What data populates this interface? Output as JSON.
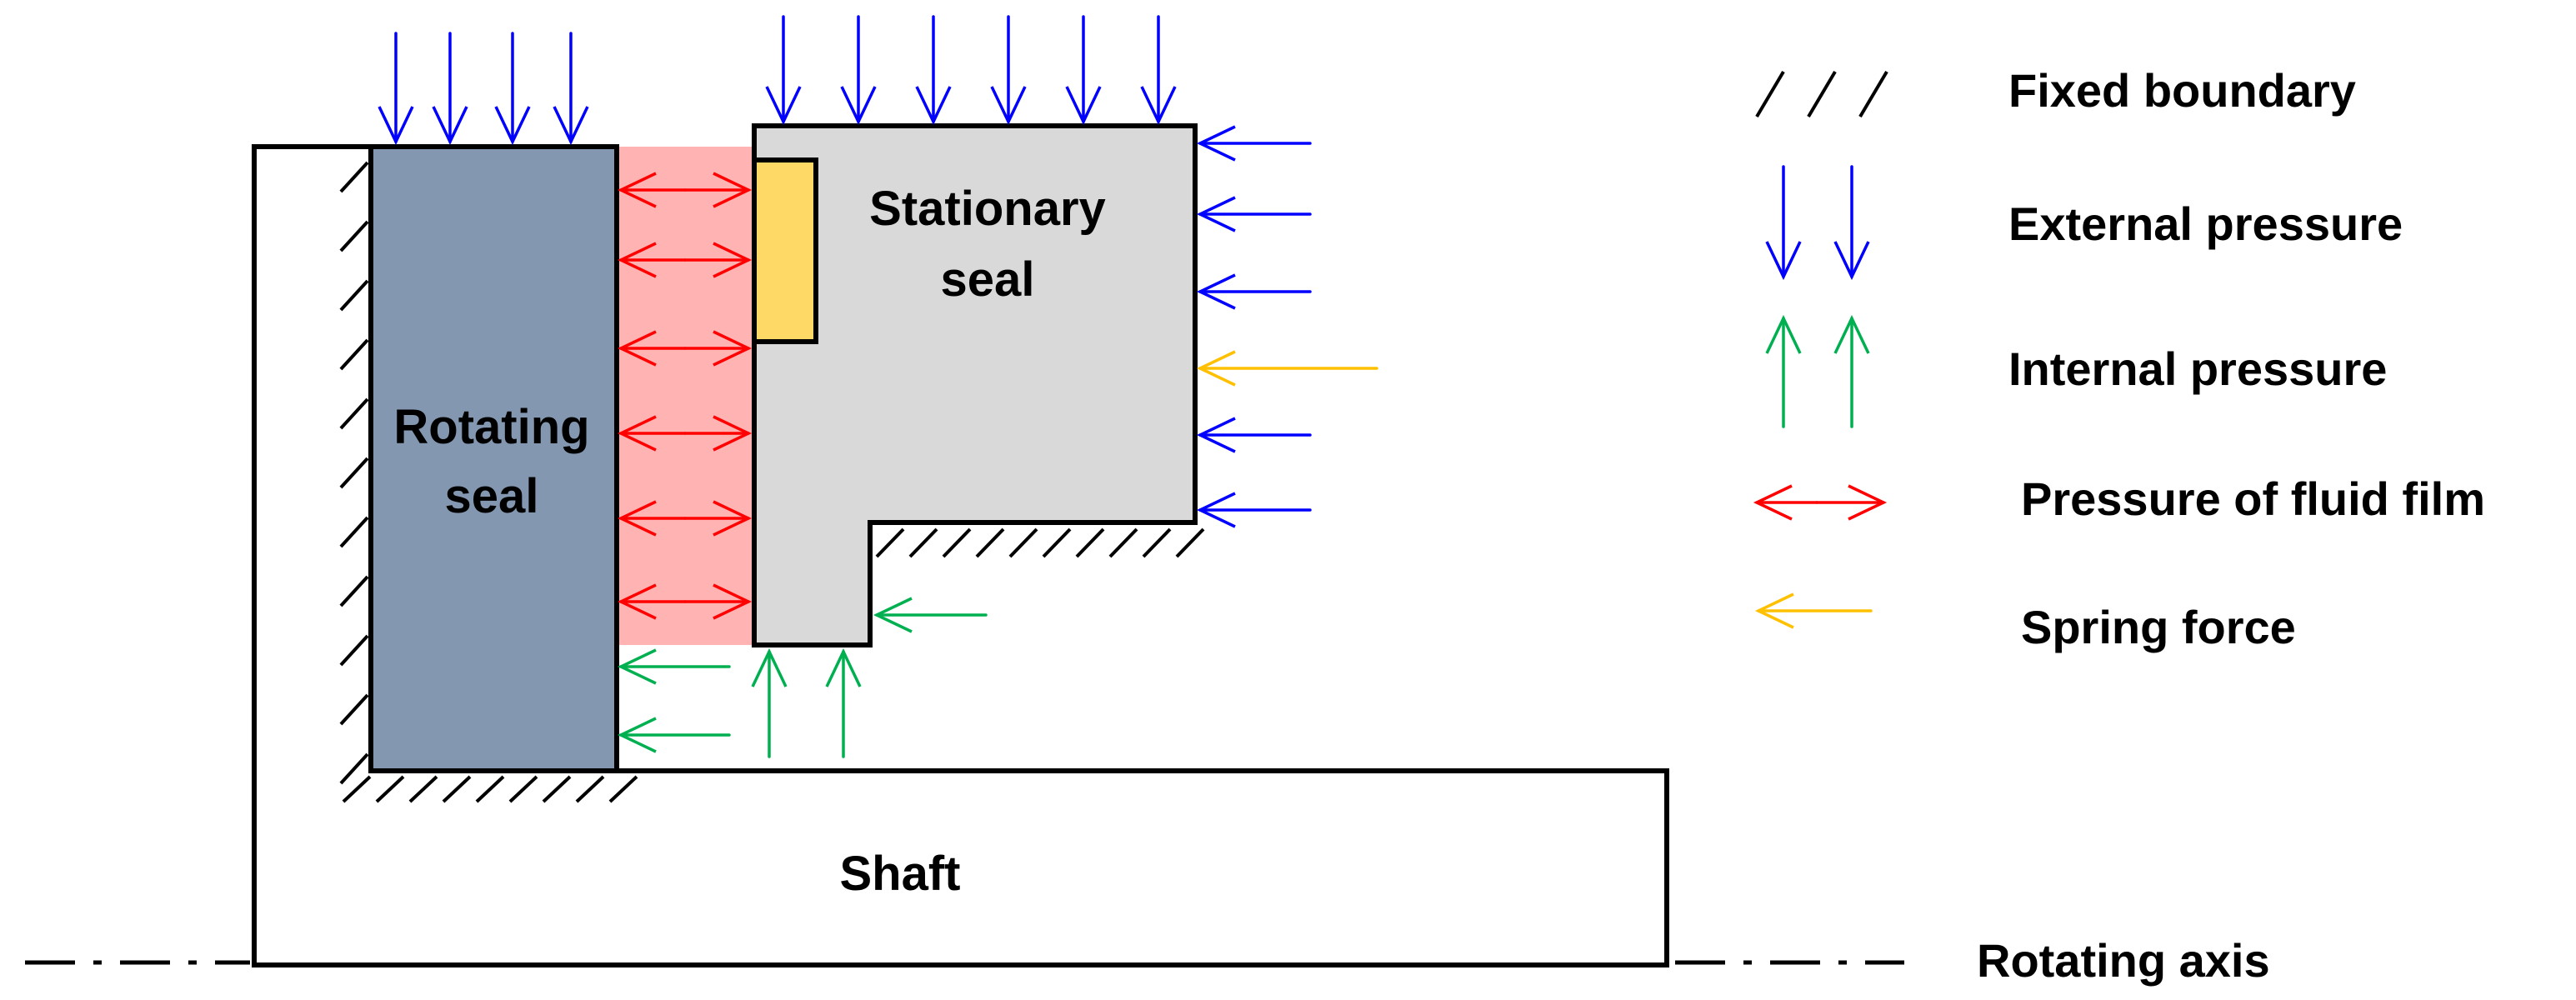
{
  "labels": {
    "rotating_seal": [
      "Rotating",
      "seal"
    ],
    "stationary_seal": [
      "Stationary",
      "seal"
    ],
    "shaft": "Shaft",
    "rotating_axis": "Rotating axis"
  },
  "legend": [
    {
      "key": "fixed",
      "label": "Fixed boundary"
    },
    {
      "key": "external",
      "label": "External pressure"
    },
    {
      "key": "internal",
      "label": "Internal pressure"
    },
    {
      "key": "fluid",
      "label": "Pressure of fluid film"
    },
    {
      "key": "spring",
      "label": "Spring force"
    }
  ],
  "colors": {
    "rotating_seal_fill": "#8497b0",
    "stationary_seal_fill": "#d9d9d9",
    "spring_insert_fill": "#ffd966",
    "fluid_film_fill": "#ffb3b3",
    "external_pressure": "#0000ff",
    "internal_pressure": "#00b050",
    "fluid_film_pressure": "#ff0000",
    "spring_force": "#ffc000",
    "outline": "#000000"
  },
  "icons": {
    "external": "arrow-down-icon",
    "internal": "arrow-up-icon",
    "fluid": "double-arrow-icon",
    "spring": "arrow-left-icon",
    "fixed": "hatch-icon"
  }
}
